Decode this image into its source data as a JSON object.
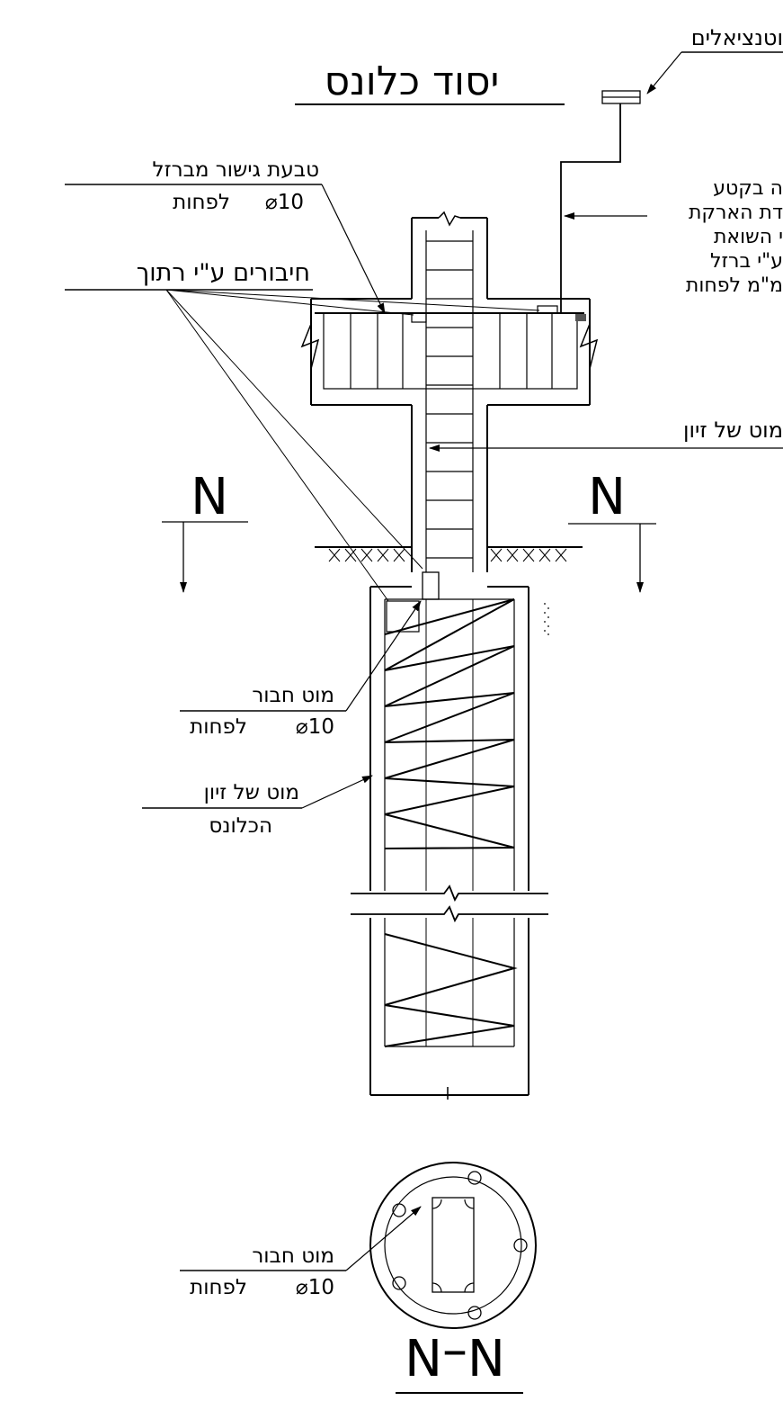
{
  "title": "יסוד כלונס",
  "labels": {
    "top_right_cut": "וטנציאלים",
    "bonding_ring_line1": "טבעת גישור מברזל",
    "bonding_ring_line2": "לפחות",
    "bonding_ring_dia": "⌀10",
    "weld_connections": "חיבורים ע\"י רתוך",
    "right_note_l1": "ה בקטע",
    "right_note_l2": "דת הארקת",
    "right_note_l3": "י השואת",
    "right_note_l4": "ע\"י ברזל",
    "right_note_l5": "מ\"מ לפחות",
    "rebar_rod_right": "מוט של זיון",
    "section_mark_left": "N",
    "section_mark_right": "N",
    "connection_rod_line1": "מוט חבור",
    "connection_rod_line2": "לפחות",
    "connection_rod_dia": "⌀10",
    "pile_rebar_line1": "מוט של זיון",
    "pile_rebar_line2": "הכלונס",
    "section_conn_rod_line1": "מוט חבור",
    "section_conn_rod_line2": "לפחות",
    "section_conn_rod_dia": "⌀10",
    "section_title": "N–N"
  }
}
